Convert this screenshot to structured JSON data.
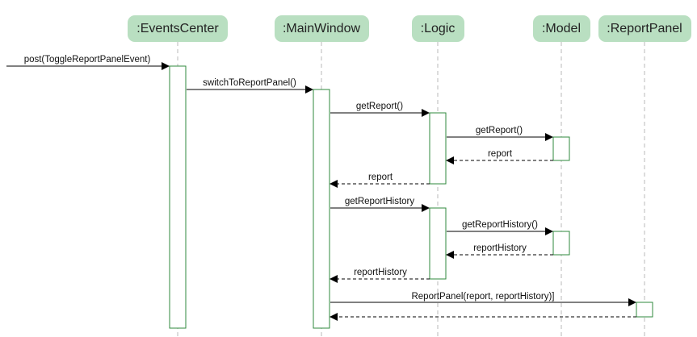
{
  "participants": [
    {
      "id": "events",
      "label": ":EventsCenter"
    },
    {
      "id": "main",
      "label": ":MainWindow"
    },
    {
      "id": "logic",
      "label": ":Logic"
    },
    {
      "id": "model",
      "label": ":Model"
    },
    {
      "id": "panel",
      "label": ":ReportPanel"
    }
  ],
  "messages": [
    {
      "label": "post(ToggleReportPanelEvent)",
      "kind": "call"
    },
    {
      "label": "switchToReportPanel()",
      "kind": "call"
    },
    {
      "label": "getReport()",
      "kind": "call"
    },
    {
      "label": "getReport()",
      "kind": "call"
    },
    {
      "label": "report",
      "kind": "return"
    },
    {
      "label": "report",
      "kind": "return"
    },
    {
      "label": "getReportHistory",
      "kind": "call"
    },
    {
      "label": "getReportHistory()",
      "kind": "call"
    },
    {
      "label": "reportHistory",
      "kind": "return"
    },
    {
      "label": "reportHistory",
      "kind": "return"
    },
    {
      "label": "ReportPanel(report, reportHistory)]",
      "kind": "call"
    },
    {
      "label": "",
      "kind": "return"
    }
  ],
  "colors": {
    "header_fill": "#b9dfc1",
    "activation_stroke": "#2f8a3c",
    "lifeline": "#b8b8b8"
  }
}
